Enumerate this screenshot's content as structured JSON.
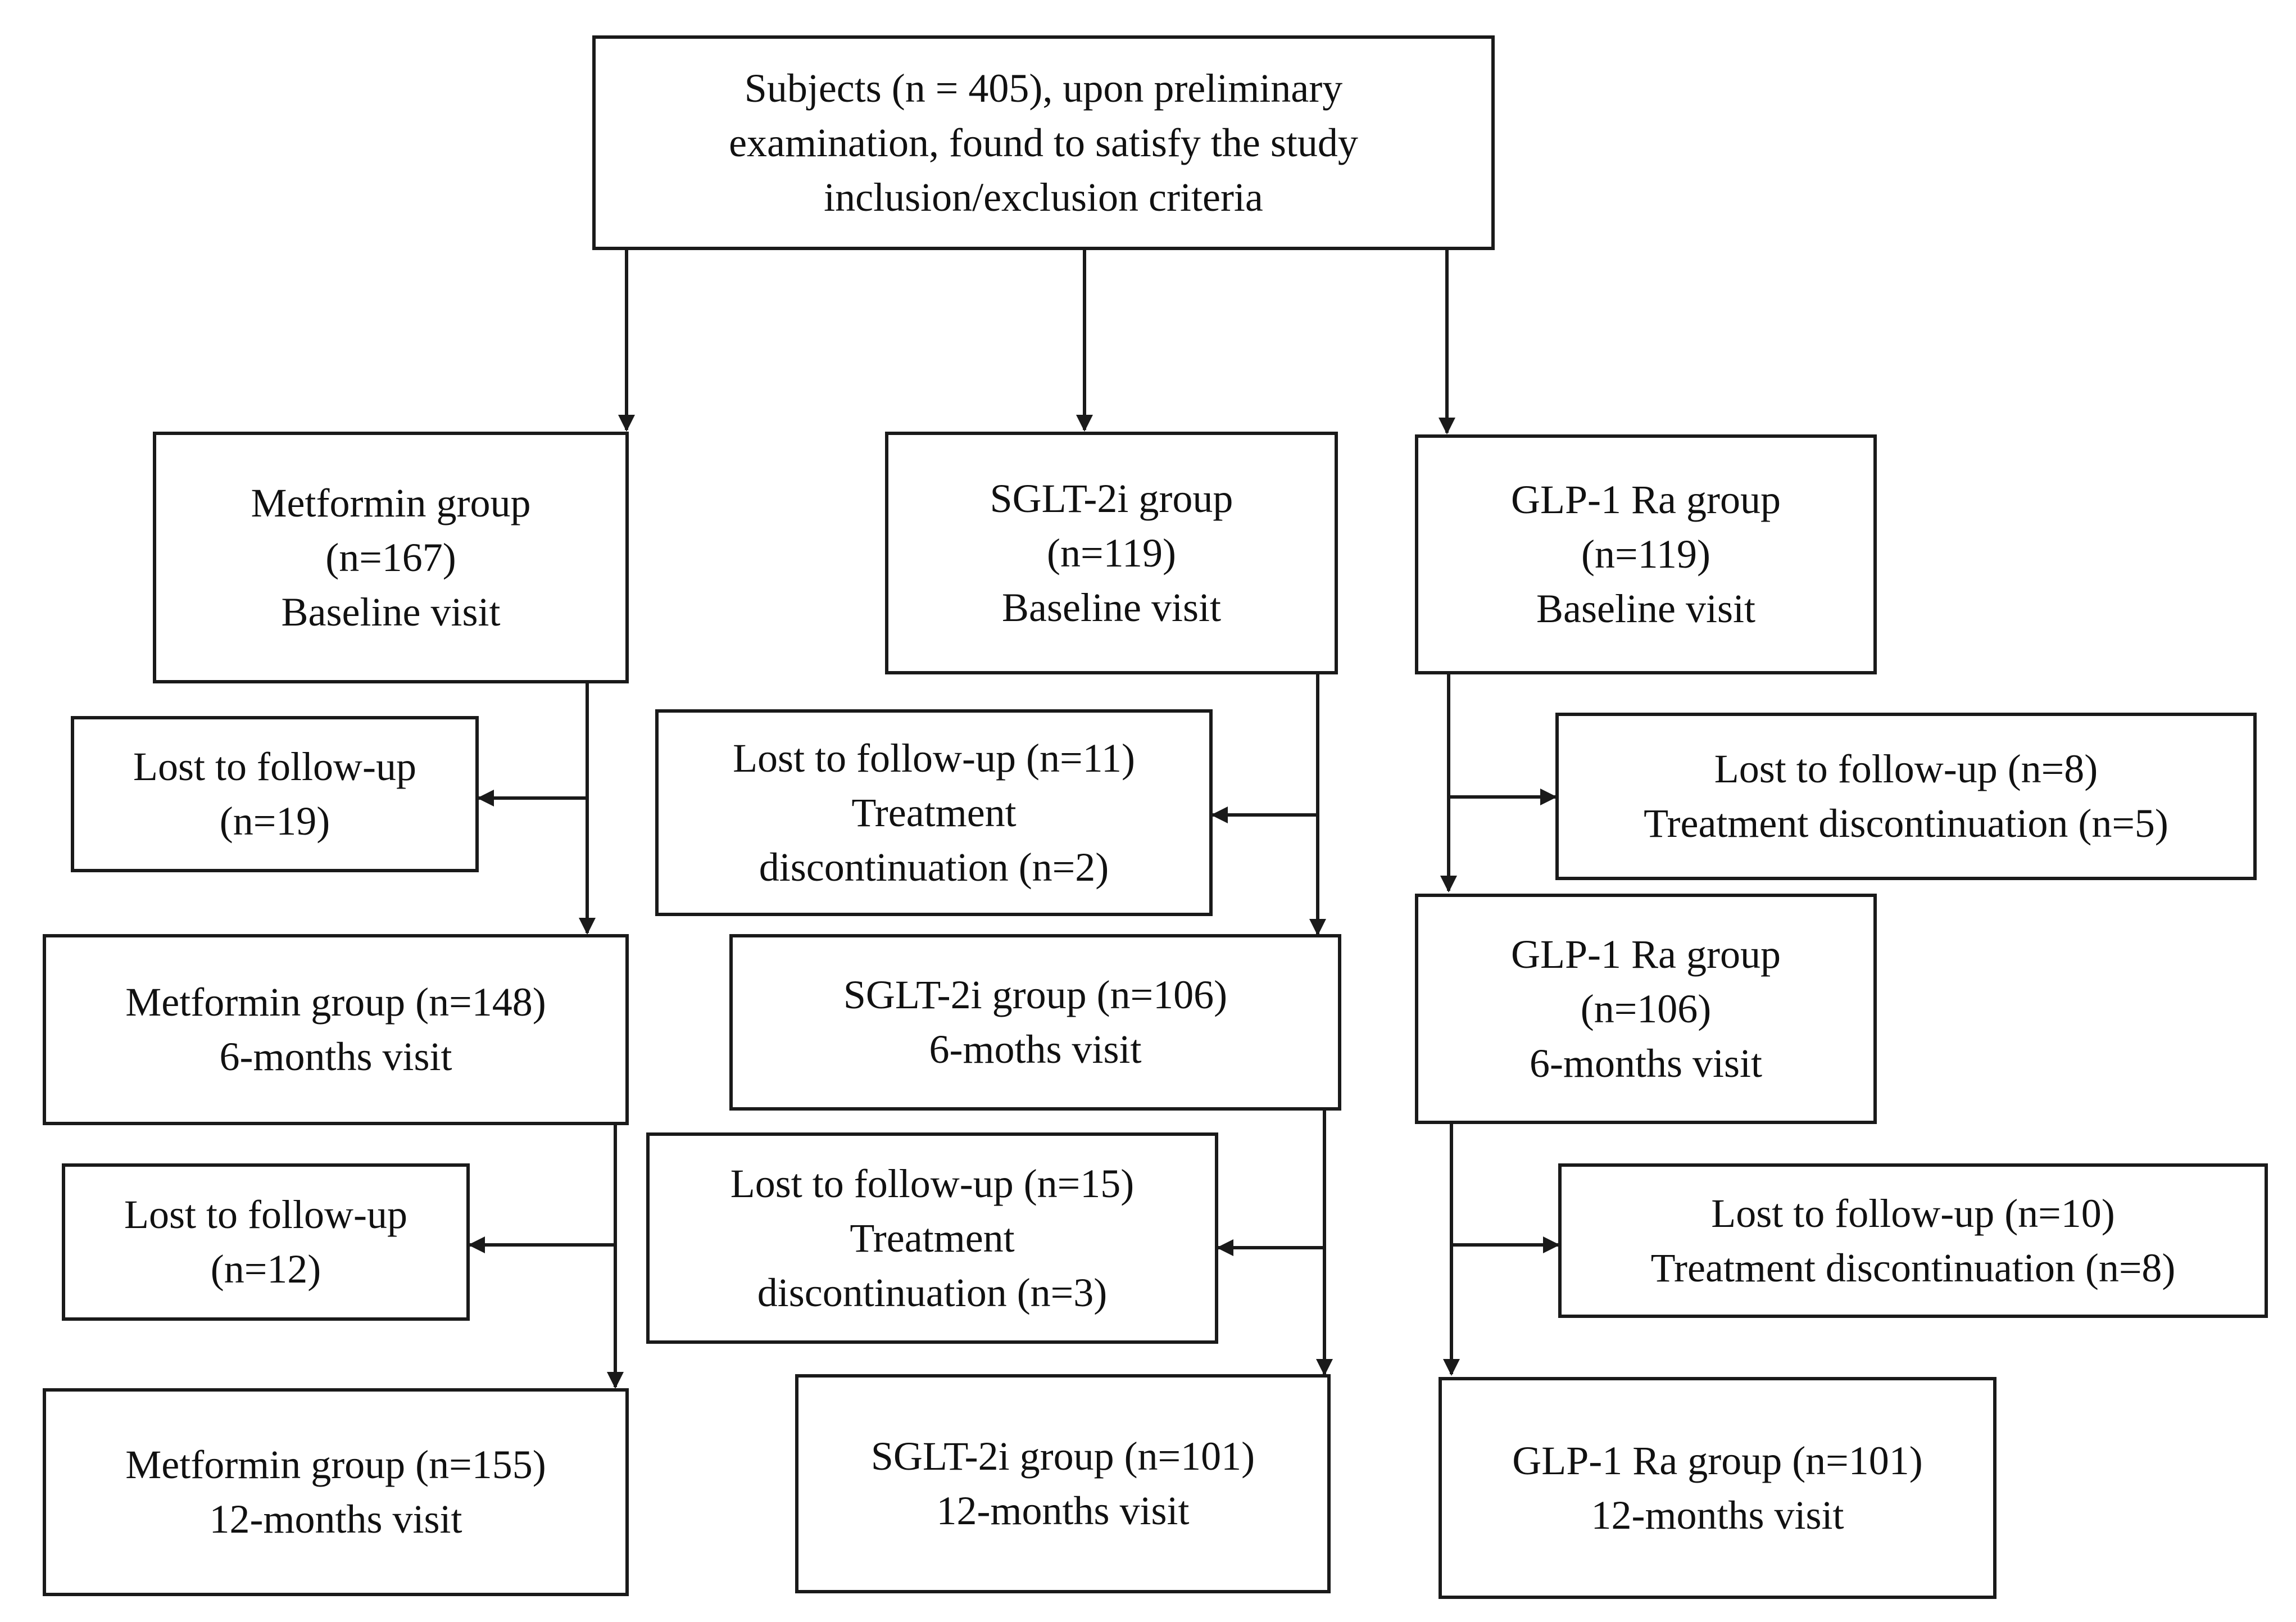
{
  "diagram": {
    "top": {
      "lines": [
        "Subjects (n = 405), upon preliminary",
        "examination, found to satisfy the study",
        "inclusion/exclusion criteria"
      ]
    },
    "metformin": {
      "baseline": [
        "Metformin group",
        "(n=167)",
        "Baseline visit"
      ],
      "loss_6m": [
        "Lost to follow-up",
        "(n=19)"
      ],
      "month6": [
        "Metformin group (n=148)",
        "6-months visit"
      ],
      "loss_12m": [
        "Lost to follow-up",
        "(n=12)"
      ],
      "month12": [
        "Metformin group (n=155)",
        "12-months visit"
      ]
    },
    "sglt2": {
      "baseline": [
        "SGLT-2i group",
        "(n=119)",
        "Baseline visit"
      ],
      "loss_6m": [
        "Lost to follow-up (n=11)",
        "Treatment",
        "discontinuation (n=2)"
      ],
      "month6": [
        "SGLT-2i group (n=106)",
        "6-moths visit"
      ],
      "loss_12m": [
        "Lost to follow-up (n=15)",
        "Treatment",
        "discontinuation (n=3)"
      ],
      "month12": [
        "SGLT-2i group (n=101)",
        "12-months visit"
      ]
    },
    "glp1": {
      "baseline": [
        "GLP-1 Ra group",
        "(n=119)",
        "Baseline visit"
      ],
      "loss_6m": [
        "Lost to follow-up (n=8)",
        "Treatment discontinuation (n=5)"
      ],
      "month6": [
        "GLP-1 Ra group",
        "(n=106)",
        "6-months visit"
      ],
      "loss_12m": [
        "Lost to follow-up (n=10)",
        "Treatment discontinuation (n=8)"
      ],
      "month12": [
        "GLP-1 Ra group (n=101)",
        "12-months visit"
      ]
    }
  }
}
